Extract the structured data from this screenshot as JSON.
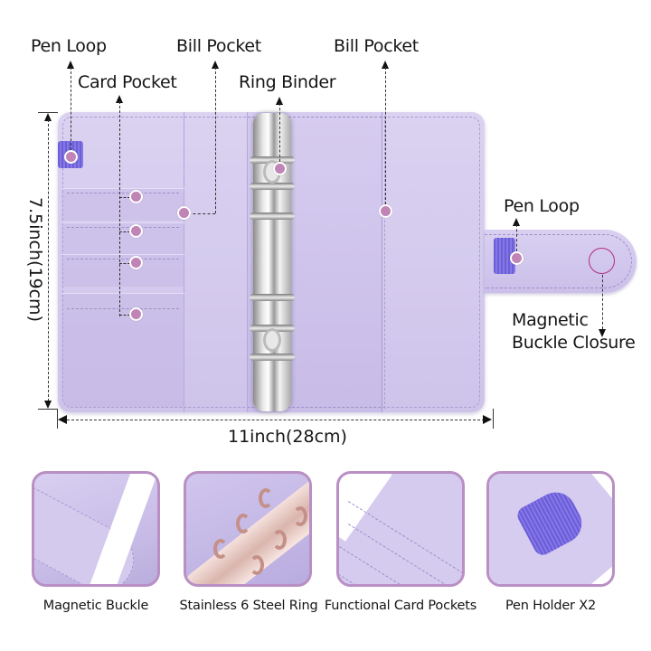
{
  "callouts": {
    "pen_loop_left": "Pen  Loop",
    "card_pocket": "Card Pocket",
    "bill_pocket_left": "Bill Pocket",
    "ring_binder": "Ring Binder",
    "bill_pocket_right": "Bill Pocket",
    "pen_loop_right": "Pen  Loop",
    "magnetic_line1": "Magnetic",
    "magnetic_line2": "Buckle Closure"
  },
  "dimensions": {
    "height": "7.5inch(19cm)",
    "width": "11inch(28cm)"
  },
  "features": [
    {
      "caption": "Magnetic Buckle",
      "icon": "magnetic-buckle-photo"
    },
    {
      "caption": "Stainless 6 Steel Ring",
      "icon": "steel-ring-photo"
    },
    {
      "caption": "Functional Card Pockets",
      "icon": "card-pockets-photo"
    },
    {
      "caption": "Pen Holder X2",
      "icon": "pen-holder-photo"
    }
  ],
  "colors": {
    "leather": "#cfc4ec",
    "pen_loop": "#7466e0",
    "marker_dot": "#c084b6",
    "thumb_border": "#b98fc4",
    "buckle_ring": "#b0307f"
  }
}
